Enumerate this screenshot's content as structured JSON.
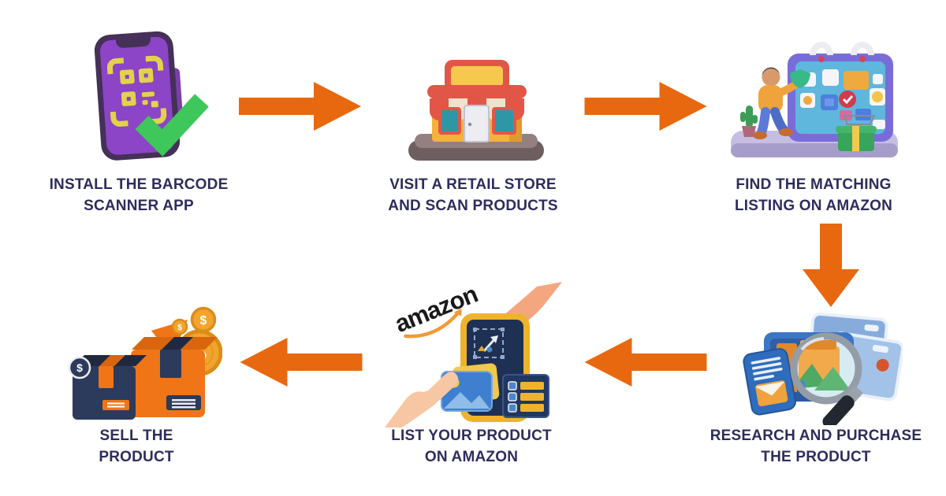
{
  "colors": {
    "background": "#FFFFFF",
    "arrow_orange": "#E8680F",
    "label_navy": "#2E2C5C"
  },
  "steps": [
    {
      "index": 1,
      "label": "INSTALL THE BARCODE\nSCANNER APP",
      "icon": "barcode-scanner-phone"
    },
    {
      "index": 2,
      "label": "VISIT A RETAIL STORE\nAND SCAN PRODUCTS",
      "icon": "retail-store"
    },
    {
      "index": 3,
      "label": "FIND THE MATCHING\nLISTING ON AMAZON",
      "icon": "amazon-listing-board"
    },
    {
      "index": 4,
      "label": "RESEARCH AND PURCHASE\nTHE PRODUCT",
      "icon": "research-magnifier"
    },
    {
      "index": 5,
      "label": "LIST YOUR PRODUCT\nON AMAZON",
      "icon": "product-listing-phone",
      "logo_text": "amazon"
    },
    {
      "index": 6,
      "label": "SELL THE\nPRODUCT",
      "icon": "shipping-boxes-profit",
      "coin_symbol": "$"
    }
  ],
  "flow": {
    "sequence": "1 → 2 → 3 ↓ 4 ← 5 ← 6 layout (S-shape)",
    "arrow_directions": [
      "right",
      "right",
      "down",
      "left",
      "left"
    ]
  }
}
